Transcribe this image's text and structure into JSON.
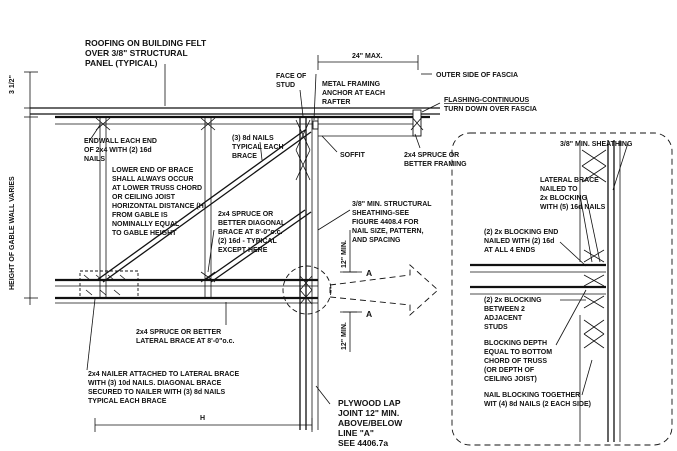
{
  "notes": {
    "roofing": [
      "ROOFING ON BUILDING FELT",
      "OVER 3/8\" STRUCTURAL",
      "PANEL (TYPICAL)"
    ],
    "dim_3half": "3 1/2\"",
    "height_gable": "HEIGHT OF GABLE WALL VARIES",
    "dim_24max": "24\" MAX.",
    "face_stud": [
      "FACE OF",
      "STUD"
    ],
    "metal_anchor": [
      "METAL FRAMING",
      "ANCHOR AT EACH",
      "RAFTER"
    ],
    "outer_fascia": "OUTER SIDE OF FASCIA",
    "flashing": [
      "FLASHING-CONTINUOUS",
      "TURN DOWN OVER FASCIA"
    ],
    "endwall": [
      "ENDWALL EACH END",
      "OF 2x4 WITH (2) 16d",
      "NAILS"
    ],
    "nails_3_8d": [
      "(3) 8d NAILS",
      "TYPICAL EACH",
      "BRACE"
    ],
    "soffit": "SOFFIT",
    "spruce_framing": [
      "2x4 SPRUCE OR",
      "BETTER FRAMING"
    ],
    "lower_end": [
      "LOWER END OF BRACE",
      "SHALL ALWAYS OCCUR",
      "AT LOWER TRUSS CHORD",
      "OR CEILING JOIST",
      "HORIZONTAL DISTANCE (H)",
      "FROM GABLE IS",
      "NOMINALLY EQUAL",
      "TO GABLE HEIGHT"
    ],
    "diag_brace": [
      "2x4 SPRUCE OR",
      "BETTER DIAGONAL",
      "BRACE AT 8'-0\"o.c.",
      "(2) 16d - TYPICAL",
      "EXCEPT HERE"
    ],
    "sheathing_note": [
      "3/8\" MIN. STRUCTURAL",
      "SHEATHING-SEE",
      "FIGURE 4408.4 FOR",
      "NAIL SIZE, PATTERN,",
      "AND SPACING"
    ],
    "dim_12min": "12\" MIN.",
    "line_a": "A",
    "lateral_brace": [
      "2x4 SPRUCE OR BETTER",
      "LATERAL BRACE AT 8'-0\"o.c."
    ],
    "nailer": [
      "2x4 NAILER ATTACHED TO LATERAL BRACE",
      "WITH (3) 10d NAILS. DIAGONAL BRACE",
      "SECURED TO NAILER WITH (3) 8d NAILS",
      "TYPICAL EACH BRACE"
    ],
    "dim_h": "H",
    "plywood": [
      "PLYWOOD LAP",
      "JOINT 12\" MIN.",
      "ABOVE/BELOW",
      "LINE \"A\"",
      "SEE 4406.7a"
    ],
    "detail_sheathing": "3/8\" MIN. SHEATHING",
    "detail_lateral": [
      "LATERAL BRACE",
      "NAILED TO",
      "2x BLOCKING",
      "WITH (5) 16d NAILS"
    ],
    "detail_blocking_end": [
      "(2) 2x BLOCKING END",
      "NAILED WITH (2) 16d",
      "AT ALL 4 ENDS"
    ],
    "detail_blocking_between": [
      "(2) 2x BLOCKING",
      "BETWEEN 2",
      "ADJACENT",
      "STUDS"
    ],
    "detail_depth": [
      "BLOCKING DEPTH",
      "EQUAL TO BOTTOM",
      "CHORD OF TRUSS",
      "(OR DEPTH OF",
      "CEILING JOIST)"
    ],
    "detail_nail": [
      "NAIL BLOCKING TOGETHER",
      "WIT (4) 8d NAILS (2 EACH SIDE)"
    ]
  }
}
